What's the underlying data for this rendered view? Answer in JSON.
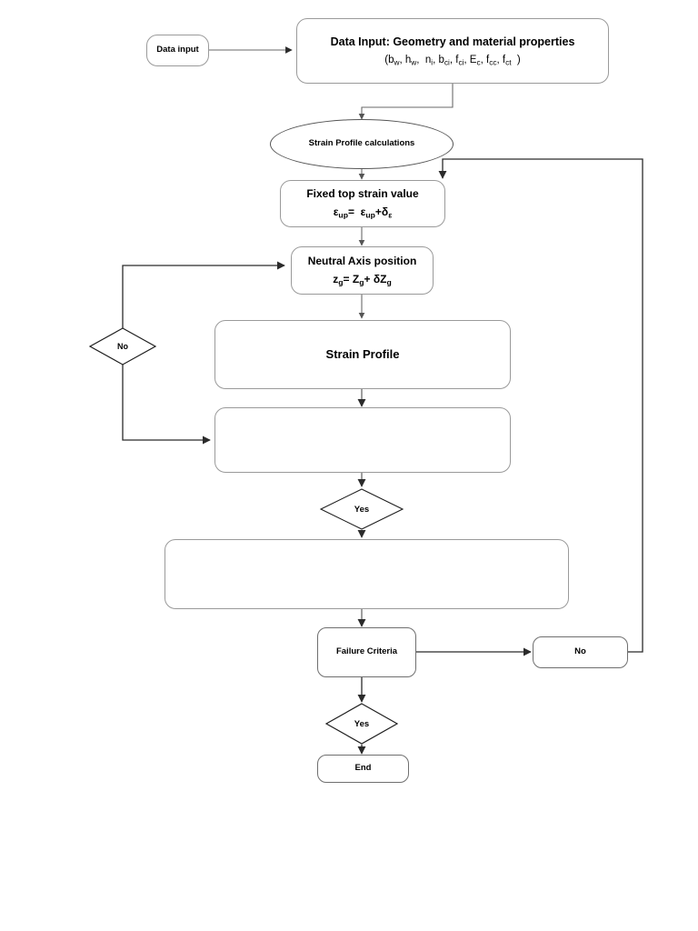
{
  "diagram": {
    "type": "flowchart",
    "title": "Strain Profile / Failure Criteria iterative analysis flowchart",
    "background_color": "#ffffff",
    "line_color": "#3f3f3f",
    "box_border_color": "#9a9a9a",
    "nodes": {
      "data_input_start": {
        "shape": "rounded-rectangle",
        "label": "Data input"
      },
      "data_input_main": {
        "shape": "rounded-rectangle",
        "line1": "Data Input: Geometry and material properties",
        "line2_prefix": "(b",
        "line2_full": "(bw, hw,  ni, bci, fci, Ec, fcc, fct  )",
        "variables": [
          {
            "base": "b",
            "sub": "w"
          },
          {
            "base": "h",
            "sub": "w"
          },
          {
            "base": "n",
            "sub": "i"
          },
          {
            "base": "b",
            "sub": "ci"
          },
          {
            "base": "f",
            "sub": "ci"
          },
          {
            "base": "E",
            "sub": "c"
          },
          {
            "base": "f",
            "sub": "cc"
          },
          {
            "base": "f",
            "sub": "ct"
          }
        ]
      },
      "strain_profile_calculations": {
        "shape": "ellipse",
        "label": "Strain Profile calculations"
      },
      "fixed_top_strain": {
        "shape": "rounded-rectangle",
        "line1": "Fixed top strain value",
        "formula_parts": [
          {
            "base": "ε",
            "sub": "up"
          },
          {
            "base": "=",
            "sub": ""
          },
          {
            "base": "ε",
            "sub": "up"
          },
          {
            "base": "+δ",
            "sub": "ε"
          }
        ]
      },
      "neutral_axis": {
        "shape": "rounded-rectangle",
        "line1": "Neutral Axis position",
        "formula_parts": [
          {
            "base": "z",
            "sub": "g"
          },
          {
            "base": "= Z",
            "sub": "g"
          },
          {
            "base": "+ δZ",
            "sub": "g"
          }
        ]
      },
      "strain_profile": {
        "shape": "rounded-rectangle",
        "label": "Strain Profile"
      },
      "empty_box_1": {
        "shape": "rounded-rectangle",
        "label": ""
      },
      "empty_box_2": {
        "shape": "rounded-rectangle",
        "label": ""
      },
      "decision_no_left": {
        "shape": "diamond",
        "label": "No"
      },
      "decision_yes_mid": {
        "shape": "diamond",
        "label": "Yes"
      },
      "failure_criteria": {
        "shape": "rounded-rectangle",
        "label": "Failure Criteria"
      },
      "no_box_right": {
        "shape": "rounded-rectangle",
        "label": "No"
      },
      "decision_yes_bottom": {
        "shape": "diamond",
        "label": "Yes"
      },
      "end_node": {
        "shape": "rounded-rectangle",
        "label": "End"
      }
    }
  }
}
